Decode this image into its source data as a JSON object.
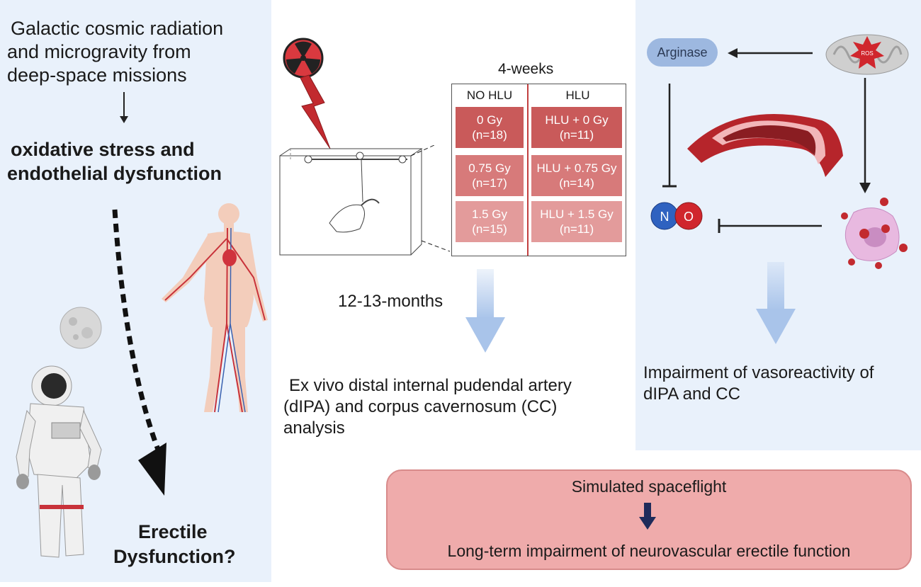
{
  "left": {
    "intro_line1": "Galactic cosmic radiation",
    "intro_line2": "and microgravity from",
    "intro_line3": "deep-space missions",
    "stress_line1": "oxidative stress and",
    "stress_line2": "endothelial dysfunction",
    "outcome_line1": "Erectile",
    "outcome_line2": "Dysfunction?"
  },
  "middle": {
    "duration_label": "4-weeks",
    "age_label": "12-13-months",
    "analysis_line1": "Ex vivo distal internal pudendal artery",
    "analysis_line2": "(dIPA) and corpus cavernosum (CC)",
    "analysis_line3": "analysis",
    "groups": {
      "col_no_hlu": "NO HLU",
      "col_hlu": "HLU",
      "cells": [
        {
          "dose": "0 Gy",
          "n": "(n=18)"
        },
        {
          "dose": "HLU + 0 Gy",
          "n": "(n=11)"
        },
        {
          "dose": "0.75 Gy",
          "n": "(n=17)"
        },
        {
          "dose": "HLU + 0.75 Gy",
          "n": "(n=14)"
        },
        {
          "dose": "1.5 Gy",
          "n": "(n=15)"
        },
        {
          "dose": "HLU + 1.5 Gy",
          "n": "(n=11)"
        }
      ]
    }
  },
  "right": {
    "arginase": "Arginase",
    "ros": "ROS",
    "no_n": "N",
    "no_o": "O",
    "result_line1": "Impairment of vasoreactivity of",
    "result_line2": "dIPA and CC"
  },
  "summary": {
    "line1": "Simulated spaceflight",
    "line2": "Long-term impairment of neurovascular erectile function"
  },
  "colors": {
    "panel_bg": "#e9f1fb",
    "cell_dark": "#c95a5a",
    "cell_mid": "#d77a7a",
    "cell_light": "#e39b9b",
    "arrow_blue": "#a9c4ea",
    "summary_bg": "#efabab"
  }
}
